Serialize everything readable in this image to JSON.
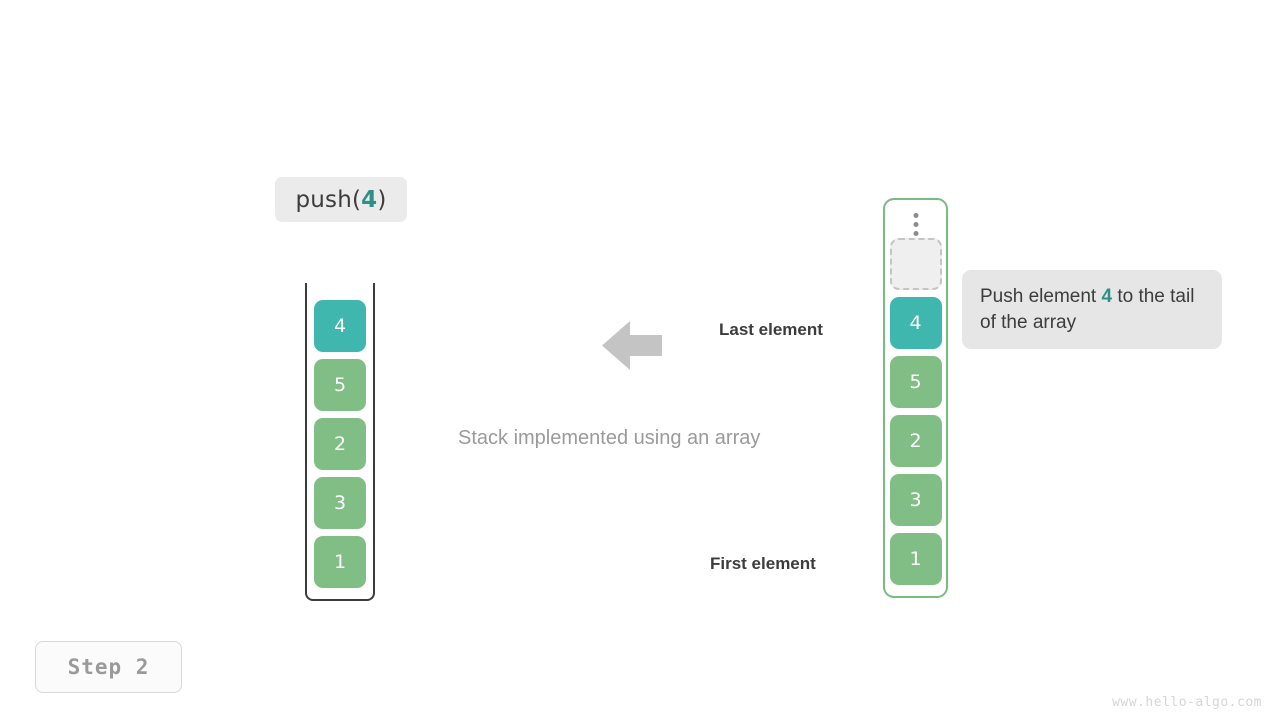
{
  "operation": {
    "prefix": "push(",
    "argument": "4",
    "suffix": ")",
    "accent_color": "#2e9187"
  },
  "labels": {
    "last_element": "Last element",
    "first_element": "First element",
    "center_caption": "Stack implemented using an array"
  },
  "stack": {
    "name": "Stack implemented using an array",
    "cells": [
      {
        "value": "4",
        "state": "highlight"
      },
      {
        "value": "5",
        "state": "normal"
      },
      {
        "value": "2",
        "state": "normal"
      },
      {
        "value": "3",
        "state": "normal"
      },
      {
        "value": "1",
        "state": "normal"
      }
    ]
  },
  "array": {
    "cells": [
      {
        "value": "",
        "state": "empty"
      },
      {
        "value": "4",
        "state": "highlight"
      },
      {
        "value": "5",
        "state": "normal"
      },
      {
        "value": "2",
        "state": "normal"
      },
      {
        "value": "3",
        "state": "normal"
      },
      {
        "value": "1",
        "state": "normal"
      }
    ]
  },
  "note": {
    "line1_prefix": "Push element ",
    "argument": "4",
    "line1_suffix": " to",
    "line2": "the tail of the array"
  },
  "step": {
    "label": "Step 2"
  },
  "watermark": {
    "text": "www.hello-algo.com"
  },
  "colors": {
    "highlight": "#3fb7ae",
    "normal": "#81be86",
    "empty_fill": "#efefef",
    "empty_border": "#c4c4c4",
    "array_border": "#79bb80",
    "stack_wall": "#3c3c3c",
    "arrow": "#c4c4c4",
    "badge_bg": "#ebebeb",
    "note_bg": "#e6e6e6",
    "muted_text": "#9a9a9a"
  },
  "icons": {
    "ellipsis": "vertical-ellipsis-icon",
    "arrow": "arrow-left-icon"
  }
}
